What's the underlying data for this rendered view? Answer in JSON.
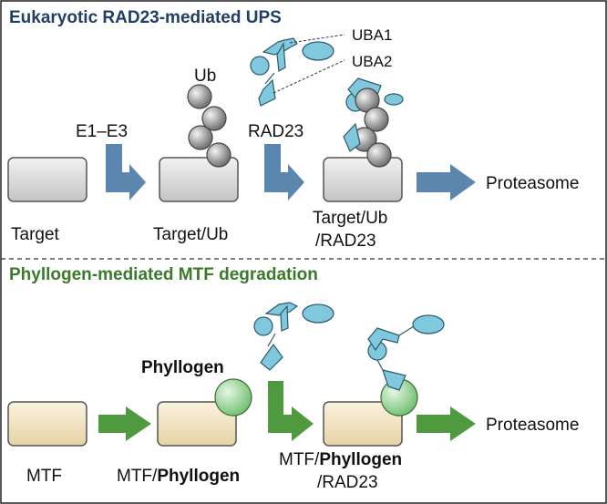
{
  "top": {
    "title": "Eukaryotic RAD23-mediated UPS",
    "enzymes": "E1–E3",
    "ub": "Ub",
    "rad23": "RAD23",
    "uba1": "UBA1",
    "uba2": "UBA2",
    "target": "Target",
    "target_ub": "Target/Ub",
    "complex_line1": "Target/Ub",
    "complex_line2": "/RAD23",
    "proteasome": "Proteasome"
  },
  "bottom": {
    "title": "Phyllogen-mediated MTF degradation",
    "phyllogen": "Phyllogen",
    "mtf": "MTF",
    "mtf_prefix": "MTF/",
    "phyllogen_bold": "Phyllogen",
    "complex_prefix": "MTF/",
    "complex_bold": "Phyllogen",
    "complex_line2": "/RAD23",
    "proteasome": "Proteasome"
  },
  "colors": {
    "top_title": "#1f3f66",
    "bottom_title": "#3b7a2a",
    "blue_arrow": "#5b86ad",
    "green_arrow": "#4f9a3f",
    "target_box": "#d6d6d6",
    "mtf_box": "#f1e3c4",
    "rad23_domain": "#7fc8dd",
    "phyllogen": "#a9d9a8"
  }
}
